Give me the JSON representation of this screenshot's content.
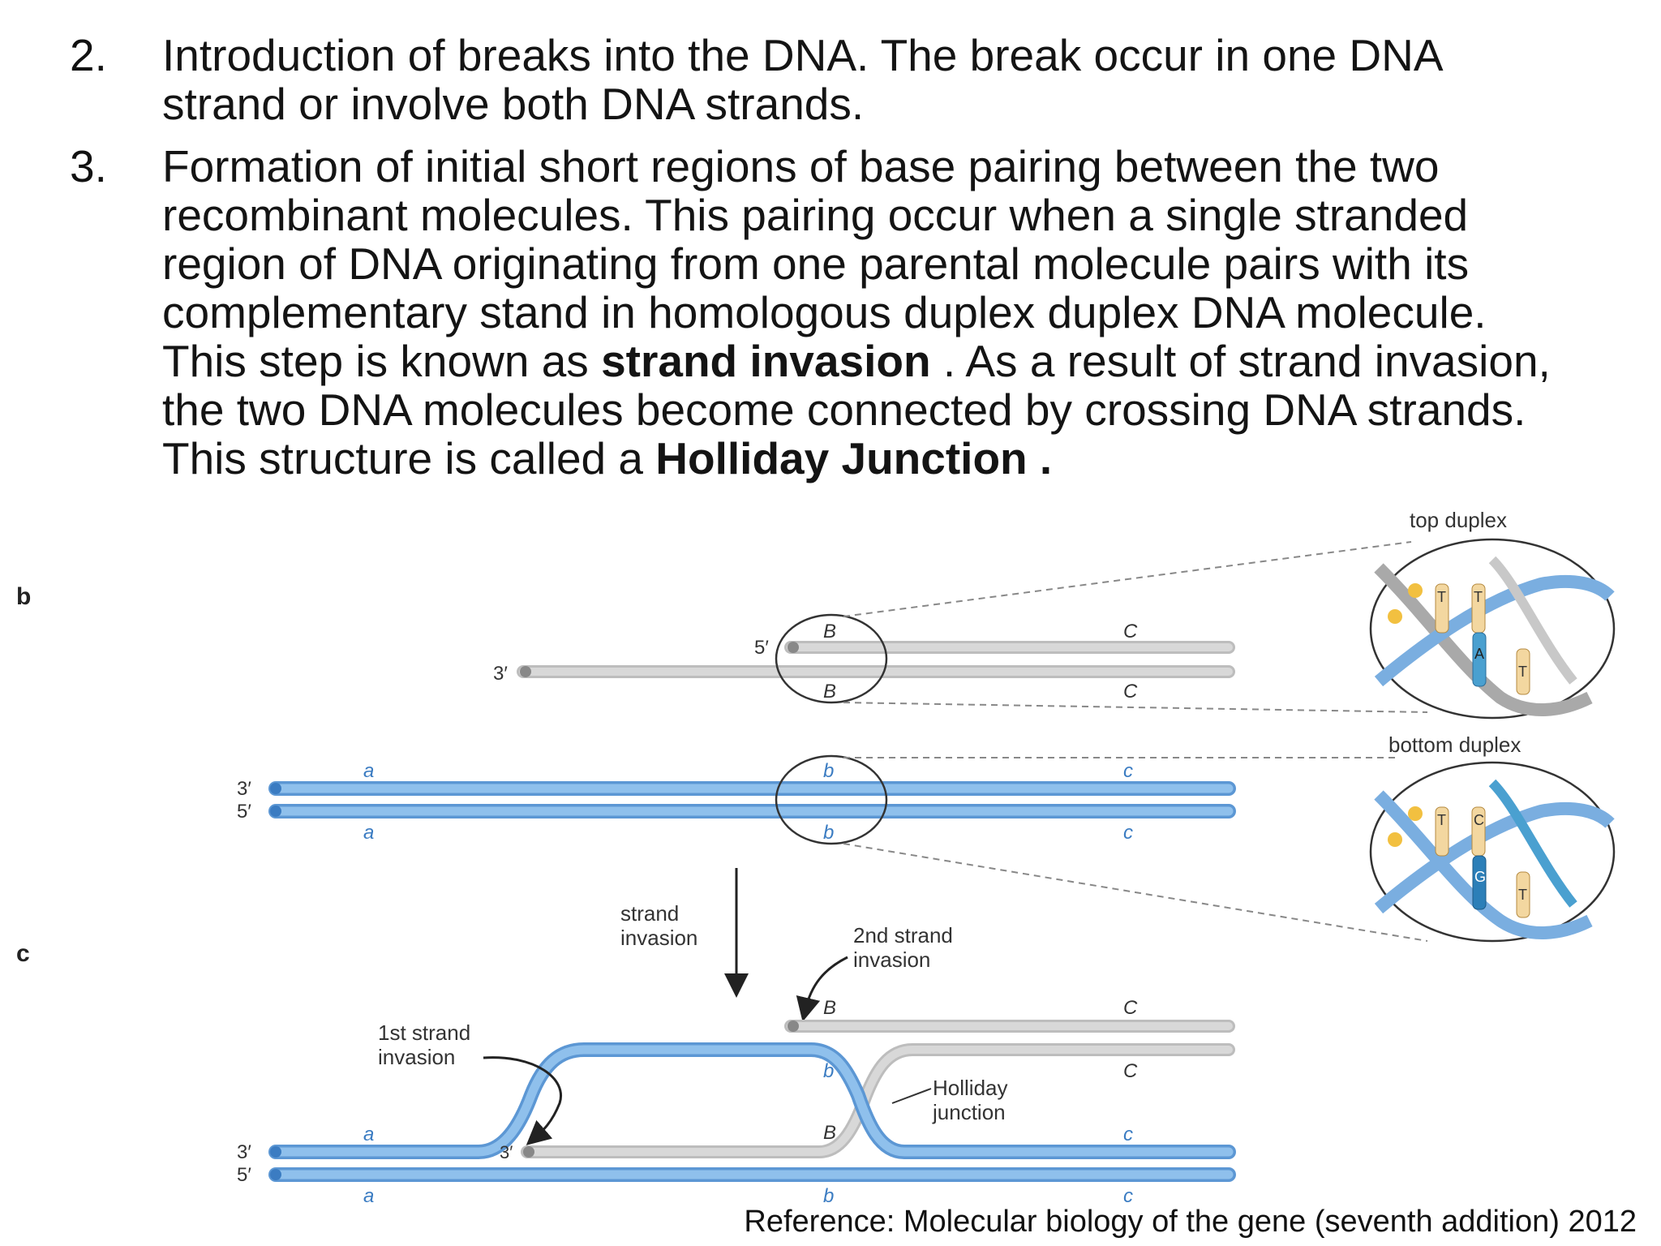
{
  "points": [
    {
      "number": "2.",
      "lines": [
        "Introduction of breaks into the DNA. The break occur in one DNA",
        "strand or involve both DNA strands."
      ]
    },
    {
      "number": "3.",
      "lines": [
        "Formation of initial short regions of base pairing between the two",
        "recombinant molecules. This pairing occur when a single stranded",
        "region of DNA originating from one parental molecule pairs with its",
        "complementary stand in homologous duplex duplex DNA molecule."
      ],
      "line5_pre": "This step is known as ",
      "line5_bold": "strand invasion",
      "line5_post": " . As a result of strand invasion,",
      "line6": "the two DNA molecules become connected by crossing DNA strands.",
      "line7_pre": "This structure is called a ",
      "line7_bold": "Holliday Junction ."
    }
  ],
  "figure": {
    "panel_b": "b",
    "panel_c": "c",
    "top_duplex": "top duplex",
    "bottom_duplex": "bottom duplex",
    "strand_invasion": [
      "strand",
      "invasion"
    ],
    "second_invasion": [
      "2nd strand",
      "invasion"
    ],
    "first_invasion": [
      "1st strand",
      "invasion"
    ],
    "holliday": [
      "Holliday",
      "junction"
    ],
    "end_3": "3′",
    "end_5": "5′",
    "B_upper": "B",
    "C_upper": "C",
    "a_lower": "a",
    "b_lower": "b",
    "c_lower": "c",
    "base_T": "T",
    "base_A": "A",
    "base_C": "C",
    "base_G": "G"
  },
  "reference": "Reference: Molecular biology of the gene (seventh addition) 2012",
  "colors": {
    "blue_strand": "#7aaee0",
    "gray_strand": "#cfcfcf",
    "text": "#141414"
  }
}
